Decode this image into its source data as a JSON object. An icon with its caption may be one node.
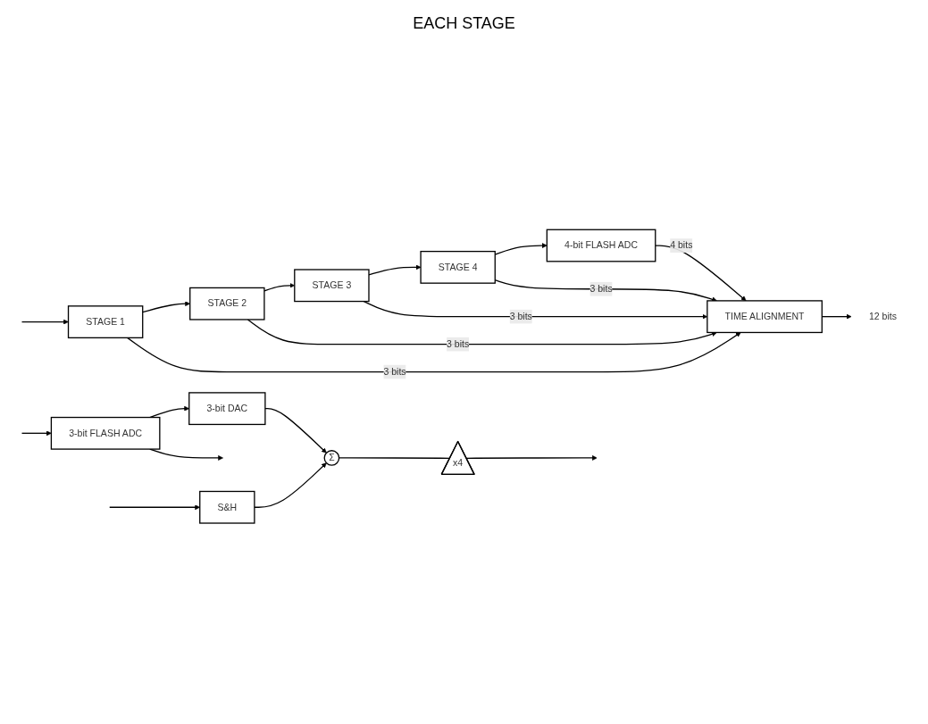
{
  "diagram": {
    "nodes": [
      {
        "text": [
          "STAGE 1"
        ]
      },
      {
        "text": [
          "STAGE 2"
        ]
      },
      {
        "text": [
          "STAGE 3"
        ]
      },
      {
        "text": [
          "STAGE 4"
        ]
      },
      {
        "text": [
          "4-bit FLASH ADC"
        ]
      },
      {
        "text": [
          "TIME ALIGNMENT"
        ]
      },
      {
        "text": [
          "12 bits"
        ]
      },
      {
        "text": [
          "S&H"
        ]
      },
      {
        "text": [
          "Σ"
        ]
      },
      {
        "text": [
          "x4"
        ]
      },
      {
        "text": [
          "3-bit FLASH ADC"
        ]
      },
      {
        "text": [
          "3-bit DAC"
        ]
      }
    ],
    "edges": [
      {
        "from": null,
        "to": 0,
        "arrow": "to"
      },
      {
        "from": 0,
        "to": 1,
        "arrow": "to"
      },
      {
        "from": 1,
        "to": 2,
        "arrow": "to"
      },
      {
        "from": 2,
        "to": 3,
        "arrow": "to"
      },
      {
        "from": 3,
        "to": 4,
        "arrow": "to"
      },
      {
        "from": 0,
        "to": 5,
        "label": "3 bits",
        "arrow": "to"
      },
      {
        "from": 1,
        "to": 5,
        "label": "3 bits",
        "arrow": "to"
      },
      {
        "from": 2,
        "to": 5,
        "label": "3 bits",
        "arrow": "to"
      },
      {
        "from": 3,
        "to": 5,
        "label": "3 bits",
        "arrow": "to"
      },
      {
        "from": 4,
        "to": 5,
        "label": "4 bits",
        "arrow": "to"
      },
      {
        "from": 5,
        "to": 6,
        "arrow": "to"
      },
      {
        "from": null,
        "to": 7,
        "arrow": "to"
      },
      {
        "from": null,
        "to": 10,
        "arrow": "to"
      },
      {
        "from": 7,
        "to": 8,
        "arrow": "to"
      },
      {
        "from": 11,
        "to": 8,
        "arrow": "to"
      },
      {
        "from": 8,
        "to": 9,
        "arrow": "none"
      },
      {
        "from": 9,
        "to": null,
        "arrow": "to"
      },
      {
        "from": 10,
        "to": 11,
        "arrow": "to"
      },
      {
        "from": 10,
        "to": null,
        "arrow": "to"
      }
    ],
    "labels": [
      "EACH STAGE"
    ]
  }
}
